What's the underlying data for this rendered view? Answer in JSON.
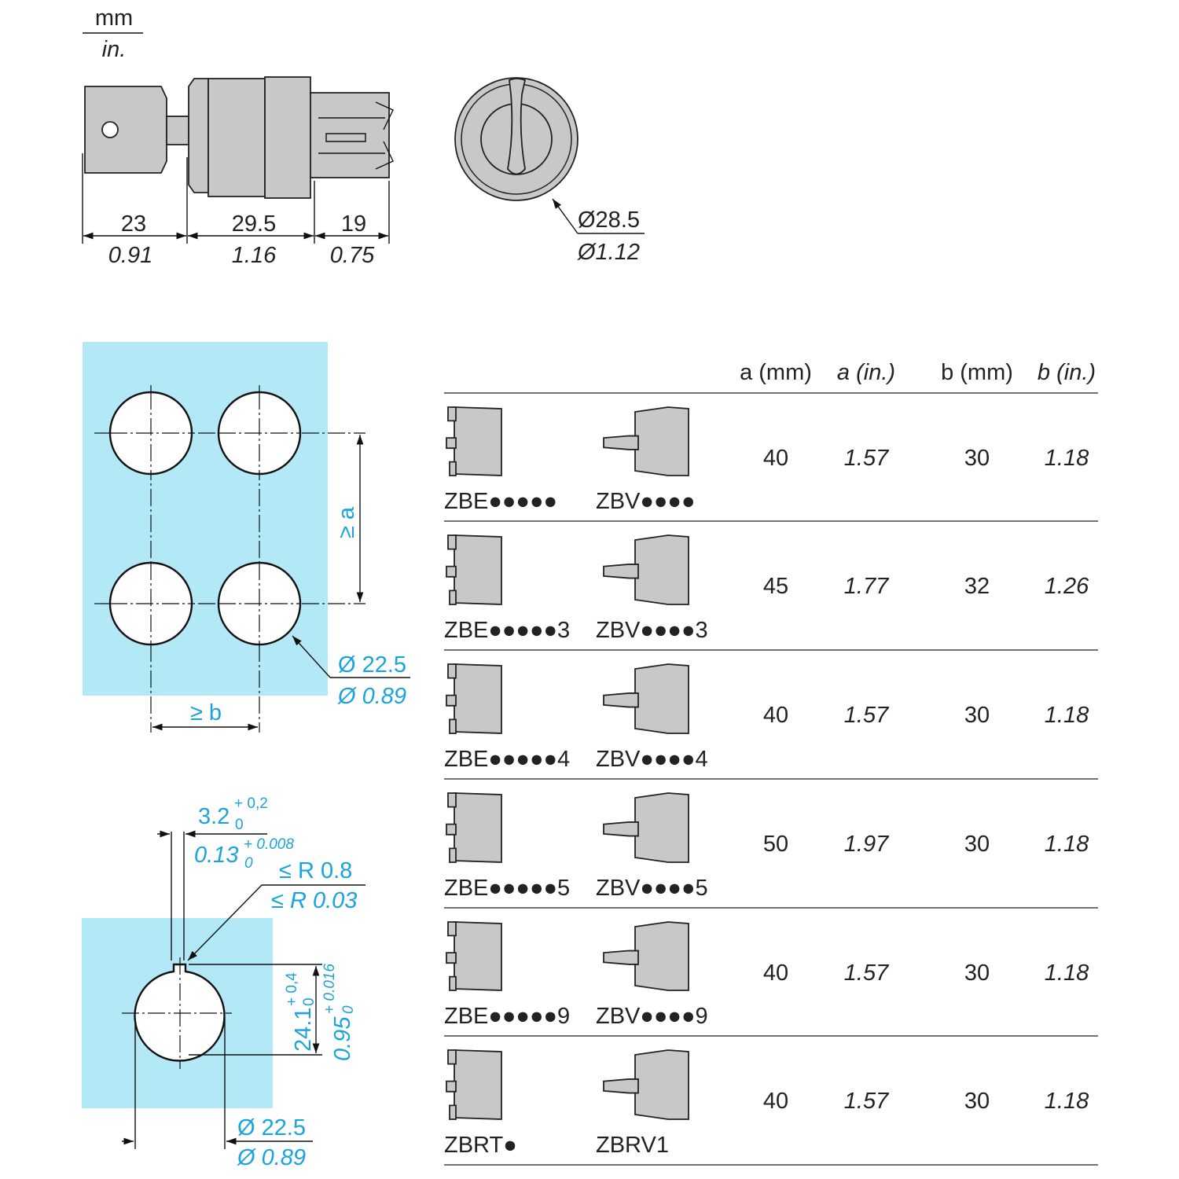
{
  "units": {
    "metric": "mm",
    "imperial": "in."
  },
  "side_view": {
    "dims": [
      {
        "mm": "23",
        "in": "0.91"
      },
      {
        "mm": "29.5",
        "in": "1.16"
      },
      {
        "mm": "19",
        "in": "0.75"
      }
    ]
  },
  "front_view": {
    "diameter_mm": "Ø28.5",
    "diameter_in": "Ø1.12"
  },
  "panel_cutout": {
    "a_label": "≥ a",
    "b_label": "≥ b",
    "hole_mm": "Ø 22.5",
    "hole_in": "Ø 0.89"
  },
  "key_cutout": {
    "notch_mm": "3.2",
    "notch_mm_tol_upper": "+ 0,2",
    "notch_mm_tol_lower": "0",
    "notch_in": "0.13",
    "notch_in_tol_upper": "+ 0.008",
    "notch_in_tol_lower": "0",
    "radius_mm": "≤ R 0.8",
    "radius_in": "≤ R 0.03",
    "height_mm": "24.1",
    "height_mm_tol_upper": "+ 0,4",
    "height_mm_tol_lower": "0",
    "height_in": "0.95",
    "height_in_tol_upper": "+ 0.016",
    "height_in_tol_lower": "0",
    "hole_mm": "Ø 22.5",
    "hole_in": "Ø 0.89"
  },
  "colors": {
    "accent": "#1aa3dc",
    "panel": "#b3e8f7",
    "part": "#c8c8c8"
  },
  "table": {
    "headers": [
      "a (mm)",
      "a (in.)",
      "b (mm)",
      "b (in.)"
    ],
    "rows": [
      {
        "ref1": "ZBE●●●●●",
        "ref2": "ZBV●●●●",
        "a_mm": "40",
        "a_in": "1.57",
        "b_mm": "30",
        "b_in": "1.18"
      },
      {
        "ref1": "ZBE●●●●●3",
        "ref2": "ZBV●●●●3",
        "a_mm": "45",
        "a_in": "1.77",
        "b_mm": "32",
        "b_in": "1.26"
      },
      {
        "ref1": "ZBE●●●●●4",
        "ref2": "ZBV●●●●4",
        "a_mm": "40",
        "a_in": "1.57",
        "b_mm": "30",
        "b_in": "1.18"
      },
      {
        "ref1": "ZBE●●●●●5",
        "ref2": "ZBV●●●●5",
        "a_mm": "50",
        "a_in": "1.97",
        "b_mm": "30",
        "b_in": "1.18"
      },
      {
        "ref1": "ZBE●●●●●9",
        "ref2": "ZBV●●●●9",
        "a_mm": "40",
        "a_in": "1.57",
        "b_mm": "30",
        "b_in": "1.18"
      },
      {
        "ref1": "ZBRT●",
        "ref2": "ZBRV1",
        "a_mm": "40",
        "a_in": "1.57",
        "b_mm": "30",
        "b_in": "1.18"
      }
    ]
  }
}
